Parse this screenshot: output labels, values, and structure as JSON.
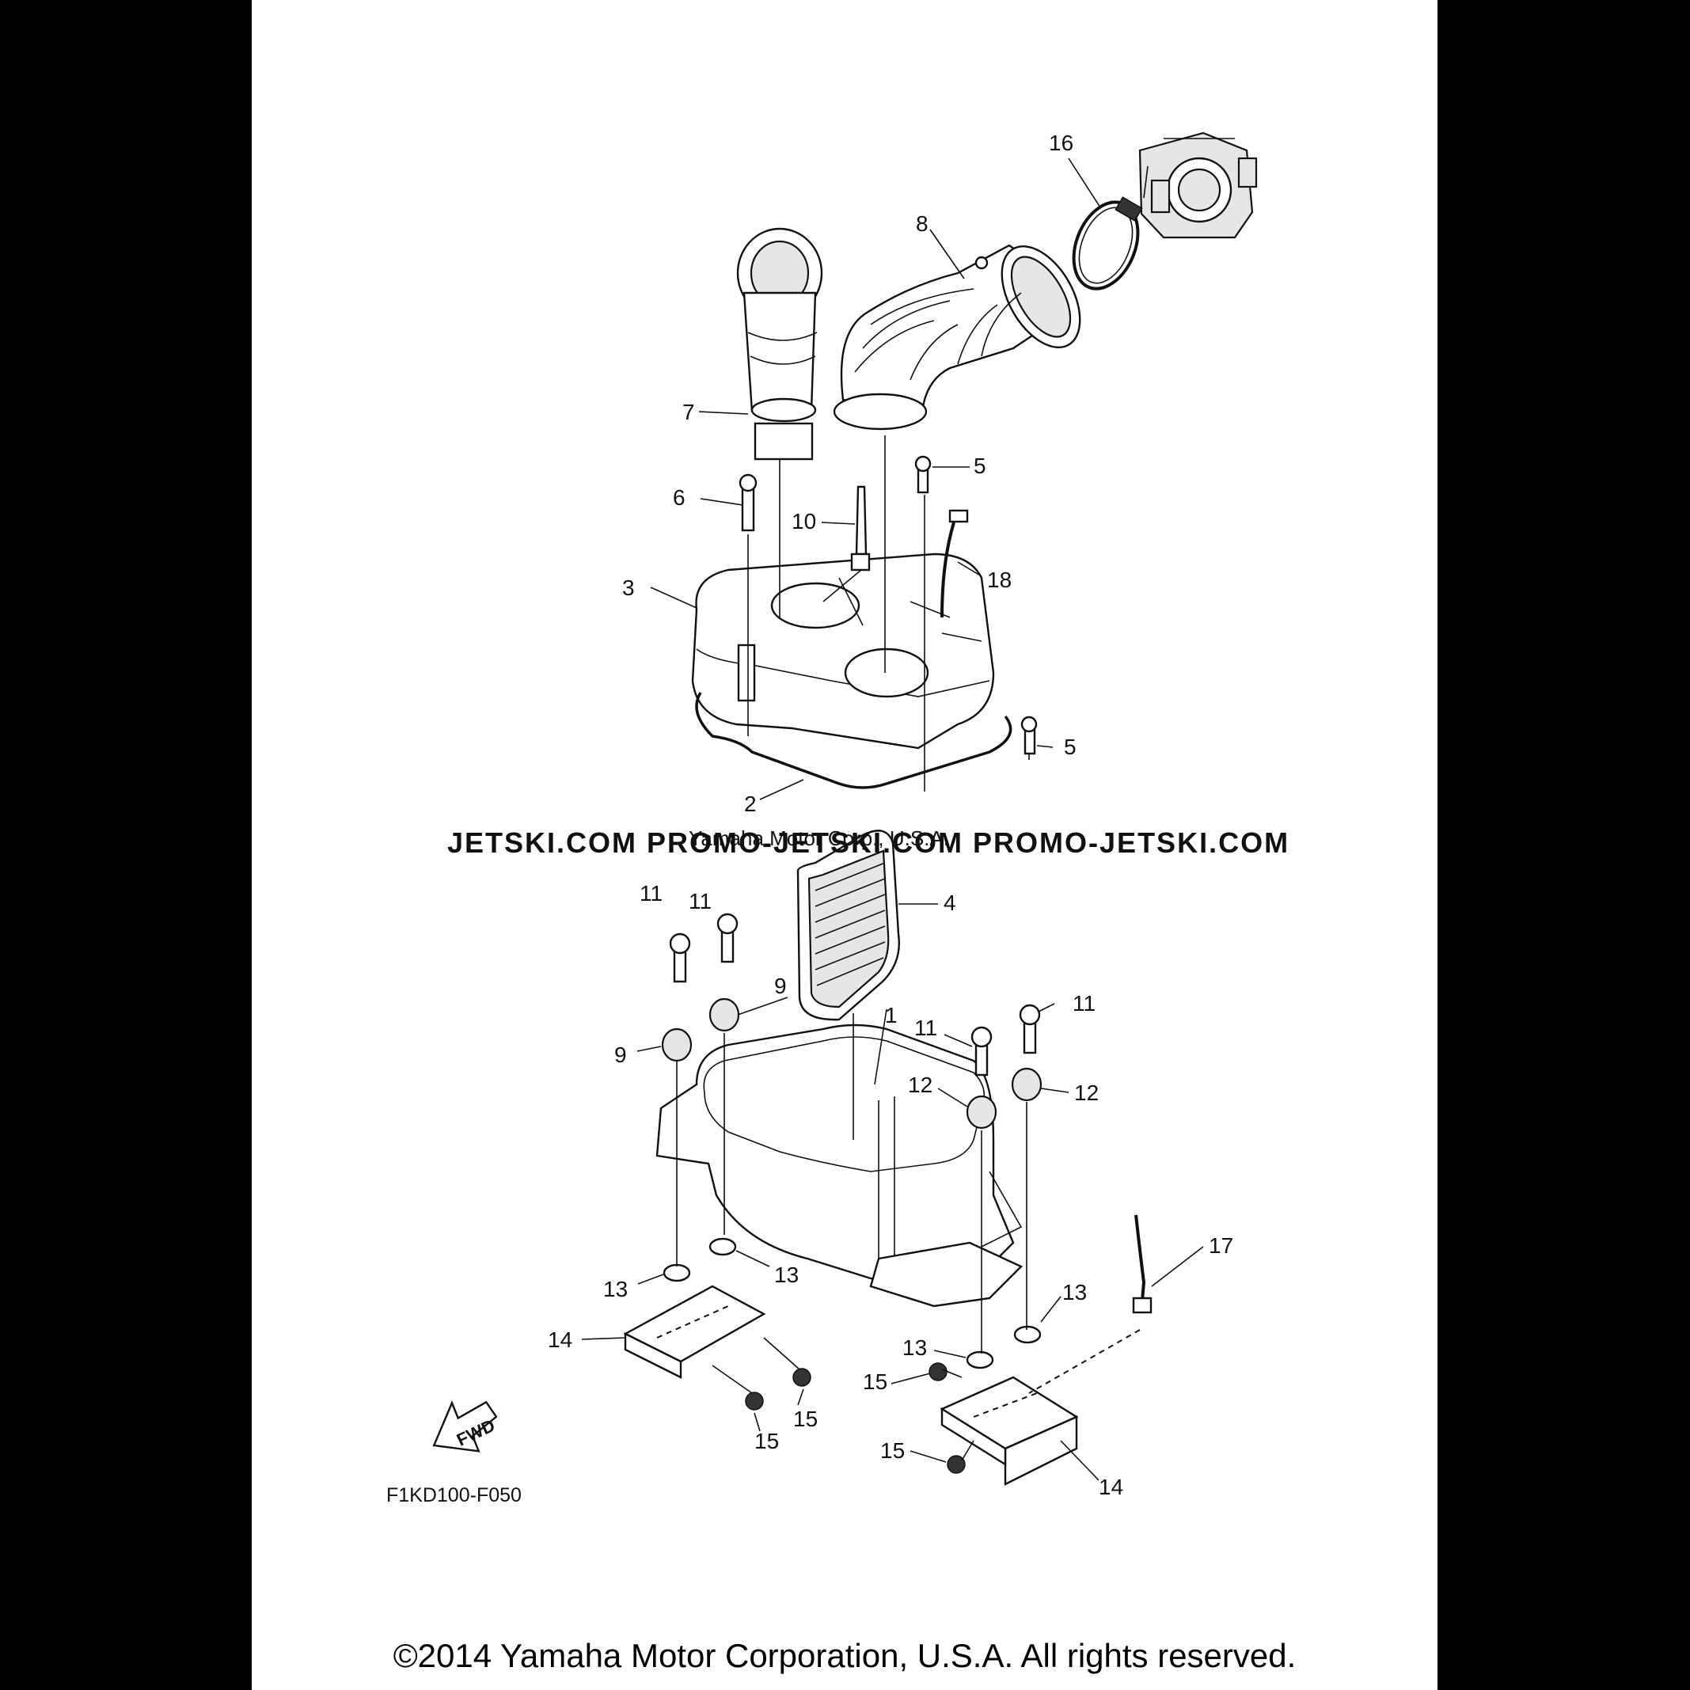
{
  "callouts": {
    "c1": "1",
    "c2": "2",
    "c3": "3",
    "c4": "4",
    "c5a": "5",
    "c5b": "5",
    "c6": "6",
    "c7": "7",
    "c8": "8",
    "c9a": "9",
    "c9b": "9",
    "c10": "10",
    "c11a": "11",
    "c11b": "11",
    "c11c": "11",
    "c11d": "11",
    "c12a": "12",
    "c12b": "12",
    "c13a": "13",
    "c13b": "13",
    "c13c": "13",
    "c13d": "13",
    "c14a": "14",
    "c14b": "14",
    "c15a": "15",
    "c15b": "15",
    "c15c": "15",
    "c15d": "15",
    "c16": "16",
    "c17": "17",
    "c18": "18"
  },
  "watermark": {
    "text": "JETSKI.COM   PROMO-JETSKI.COM   PROMO-JETSKI.COM",
    "subtext": "Yamaha Motor Corp., U.S.A."
  },
  "fwd_label": "FWD",
  "figure_code": "F1KD100-F050",
  "copyright": "©2014 Yamaha Motor Corporation, U.S.A. All rights reserved."
}
